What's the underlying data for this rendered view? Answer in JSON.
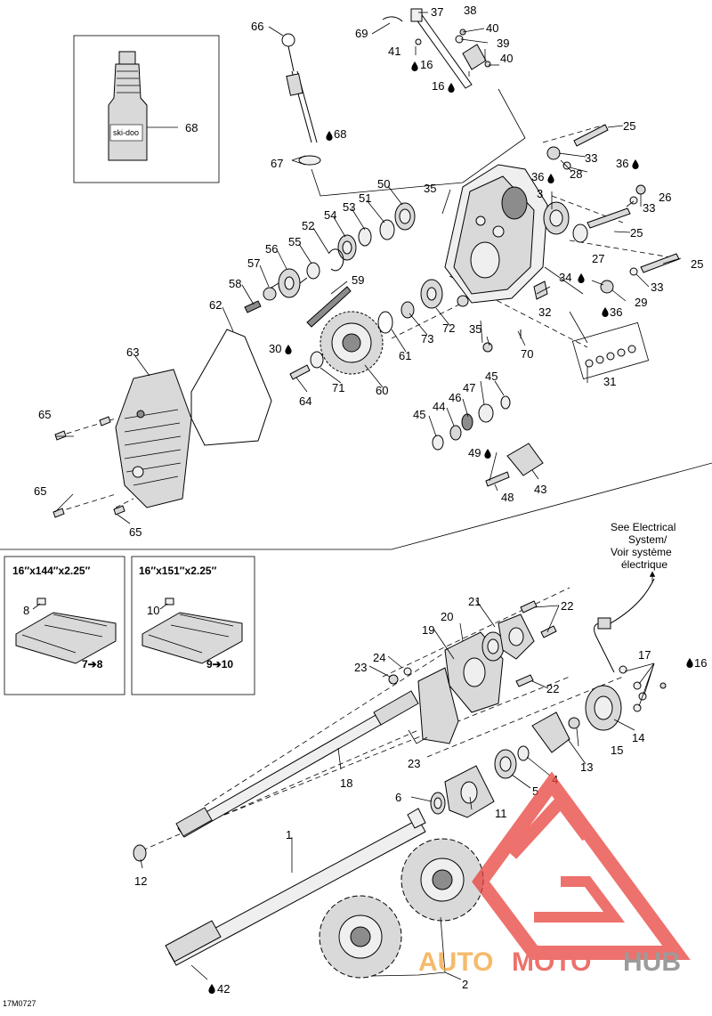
{
  "reference": "17M0727",
  "labels": {
    "p1": "1",
    "p2": "2",
    "p3": "3",
    "p4": "4",
    "p5": "5",
    "p6": "6",
    "p11": "11",
    "p12": "12",
    "p13": "13",
    "p14": "14",
    "p15": "15",
    "p16a": "16",
    "p16b": "16",
    "p16c": "16",
    "p17": "17",
    "p18": "18",
    "p19": "19",
    "p20": "20",
    "p21": "21",
    "p22a": "22",
    "p22b": "22",
    "p23a": "23",
    "p23b": "23",
    "p24": "24",
    "p25a": "25",
    "p25b": "25",
    "p25c": "25",
    "p26": "26",
    "p27": "27",
    "p28": "28",
    "p29": "29",
    "p30": "30",
    "p31": "31",
    "p32": "32",
    "p33a": "33",
    "p33b": "33",
    "p33c": "33",
    "p34": "34",
    "p35a": "35",
    "p35b": "35",
    "p36a": "36",
    "p36b": "36",
    "p36c": "36",
    "p37": "37",
    "p38": "38",
    "p39": "39",
    "p40a": "40",
    "p40b": "40",
    "p41": "41",
    "p42": "42",
    "p43": "43",
    "p44": "44",
    "p45a": "45",
    "p45b": "45",
    "p46": "46",
    "p47": "47",
    "p48": "48",
    "p49": "49",
    "p50": "50",
    "p51": "51",
    "p52": "52",
    "p53": "53",
    "p54": "54",
    "p55": "55",
    "p56": "56",
    "p57": "57",
    "p58": "58",
    "p59": "59",
    "p60": "60",
    "p61": "61",
    "p62": "62",
    "p63": "63",
    "p64": "64",
    "p65a": "65",
    "p65b": "65",
    "p65c": "65",
    "p66": "66",
    "p67": "67",
    "p68a": "68",
    "p68b": "68",
    "p69": "69",
    "p70": "70",
    "p71": "71",
    "p72": "72",
    "p73": "73"
  },
  "track_boxes": [
    {
      "size": "16″x144″x2.25″",
      "part": "8",
      "arrow": "7➔8"
    },
    {
      "size": "16″x151″x2.25″",
      "part": "10",
      "arrow": "9➔10"
    }
  ],
  "bottle_label": "ski-doo",
  "electrical_note": [
    "See Electrical",
    "System/",
    "Voir système",
    "électrique"
  ],
  "watermark": {
    "auto": "AUTO",
    "moto": "MOTO",
    "hub": "HUB"
  },
  "colors": {
    "watermark_red": "#e8423c",
    "watermark_orange": "#f2a33a",
    "watermark_grey": "#7a7a7a"
  }
}
